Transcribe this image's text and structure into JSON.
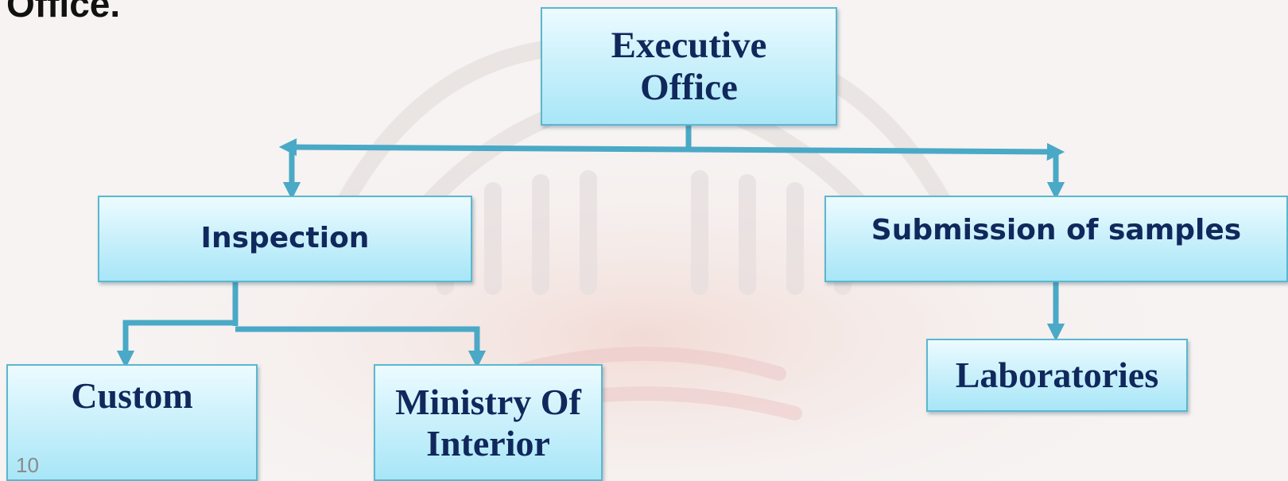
{
  "slide": {
    "title": "Office.",
    "page_number": "10"
  },
  "diagram": {
    "nodes": {
      "executive": "Executive Office",
      "inspection": "Inspection",
      "submission": "Submission of samples",
      "custom": "Custom",
      "ministry": "Ministry Of Interior",
      "laboratories": "Laboratories"
    }
  },
  "colors": {
    "node_fill": "#c9f0fb",
    "node_border": "#5bb7cf",
    "connector": "#4aa9c6",
    "text": "#10285c"
  }
}
